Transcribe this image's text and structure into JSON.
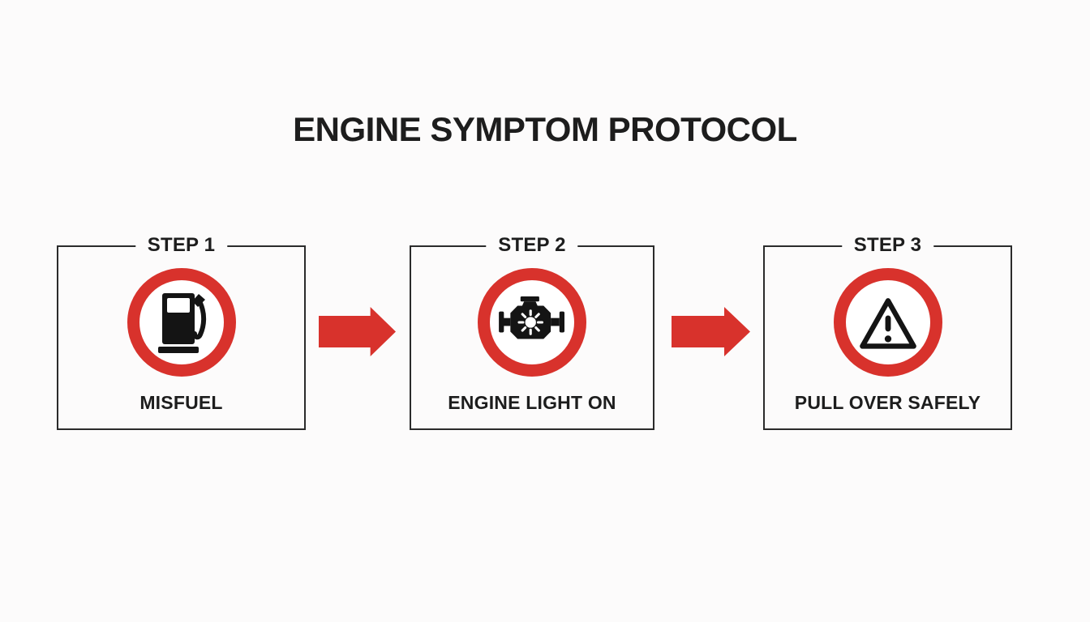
{
  "title": "ENGINE SYMPTOM PROTOCOL",
  "colors": {
    "red": "#D8322C",
    "ink": "#1D1D1D",
    "icon": "#141414",
    "border": "#2B2B2B",
    "bg": "#FCFBFB"
  },
  "steps": [
    {
      "label": "STEP 1",
      "caption": "MISFUEL",
      "icon": "fuel-pump-icon"
    },
    {
      "label": "STEP 2",
      "caption": "ENGINE LIGHT ON",
      "icon": "engine-check-icon"
    },
    {
      "label": "STEP 3",
      "caption": "PULL OVER SAFELY",
      "icon": "warning-triangle-icon"
    }
  ],
  "connectors": [
    {
      "icon": "arrow-right"
    },
    {
      "icon": "arrow-right"
    }
  ]
}
